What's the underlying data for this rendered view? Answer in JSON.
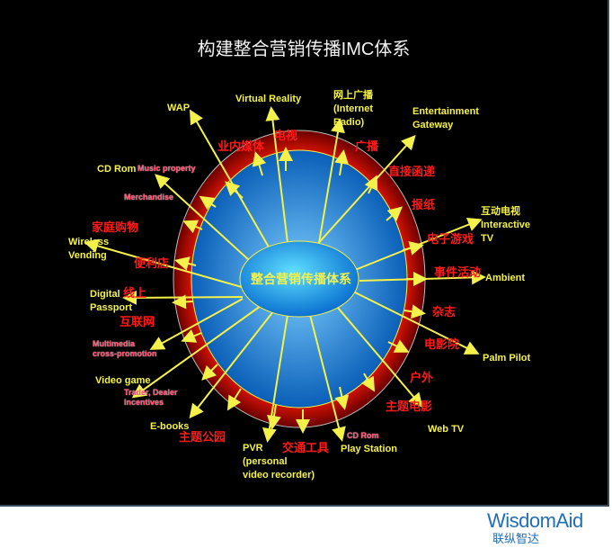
{
  "title": "构建整合营销传播IMC体系",
  "center": "整合营销传播体系",
  "yellow_labels": [
    "WAP",
    "Virtual Reality",
    "网上广播\n(Internet\nRadio)",
    "Entertainment\nGateway",
    "CD Rom",
    "Wireless\nVending",
    "Digital\nPassport",
    "Video game",
    "E-books",
    "PVR\n(personal\nvideo recorder)",
    "Play Station",
    "Web TV",
    "Palm Pilot",
    "Ambient",
    "互动电视\nInteractive\nTV"
  ],
  "red_labels": [
    "业内媒体",
    "电视",
    "广播",
    "直接函递",
    "报纸",
    "电子游戏",
    "事件活动",
    "杂志",
    "电影院",
    "户外",
    "主题电影",
    "交通工具",
    "主题公园",
    "互联网",
    "便利店",
    "家庭购物",
    "线上"
  ],
  "pink_labels": [
    "Music property",
    "Merchandise",
    "Multimedia\ncross-promotion",
    "Trader, Dealer\nIncentives",
    "CD Rom"
  ],
  "logo": {
    "name": "WisdomAid",
    "sub": "联纵智达"
  },
  "colors": {
    "background": "#000000",
    "ring": "#b00000",
    "disc": "#1e90e0",
    "arrow": "#f4f24a",
    "logo": "#1f6fb5"
  }
}
